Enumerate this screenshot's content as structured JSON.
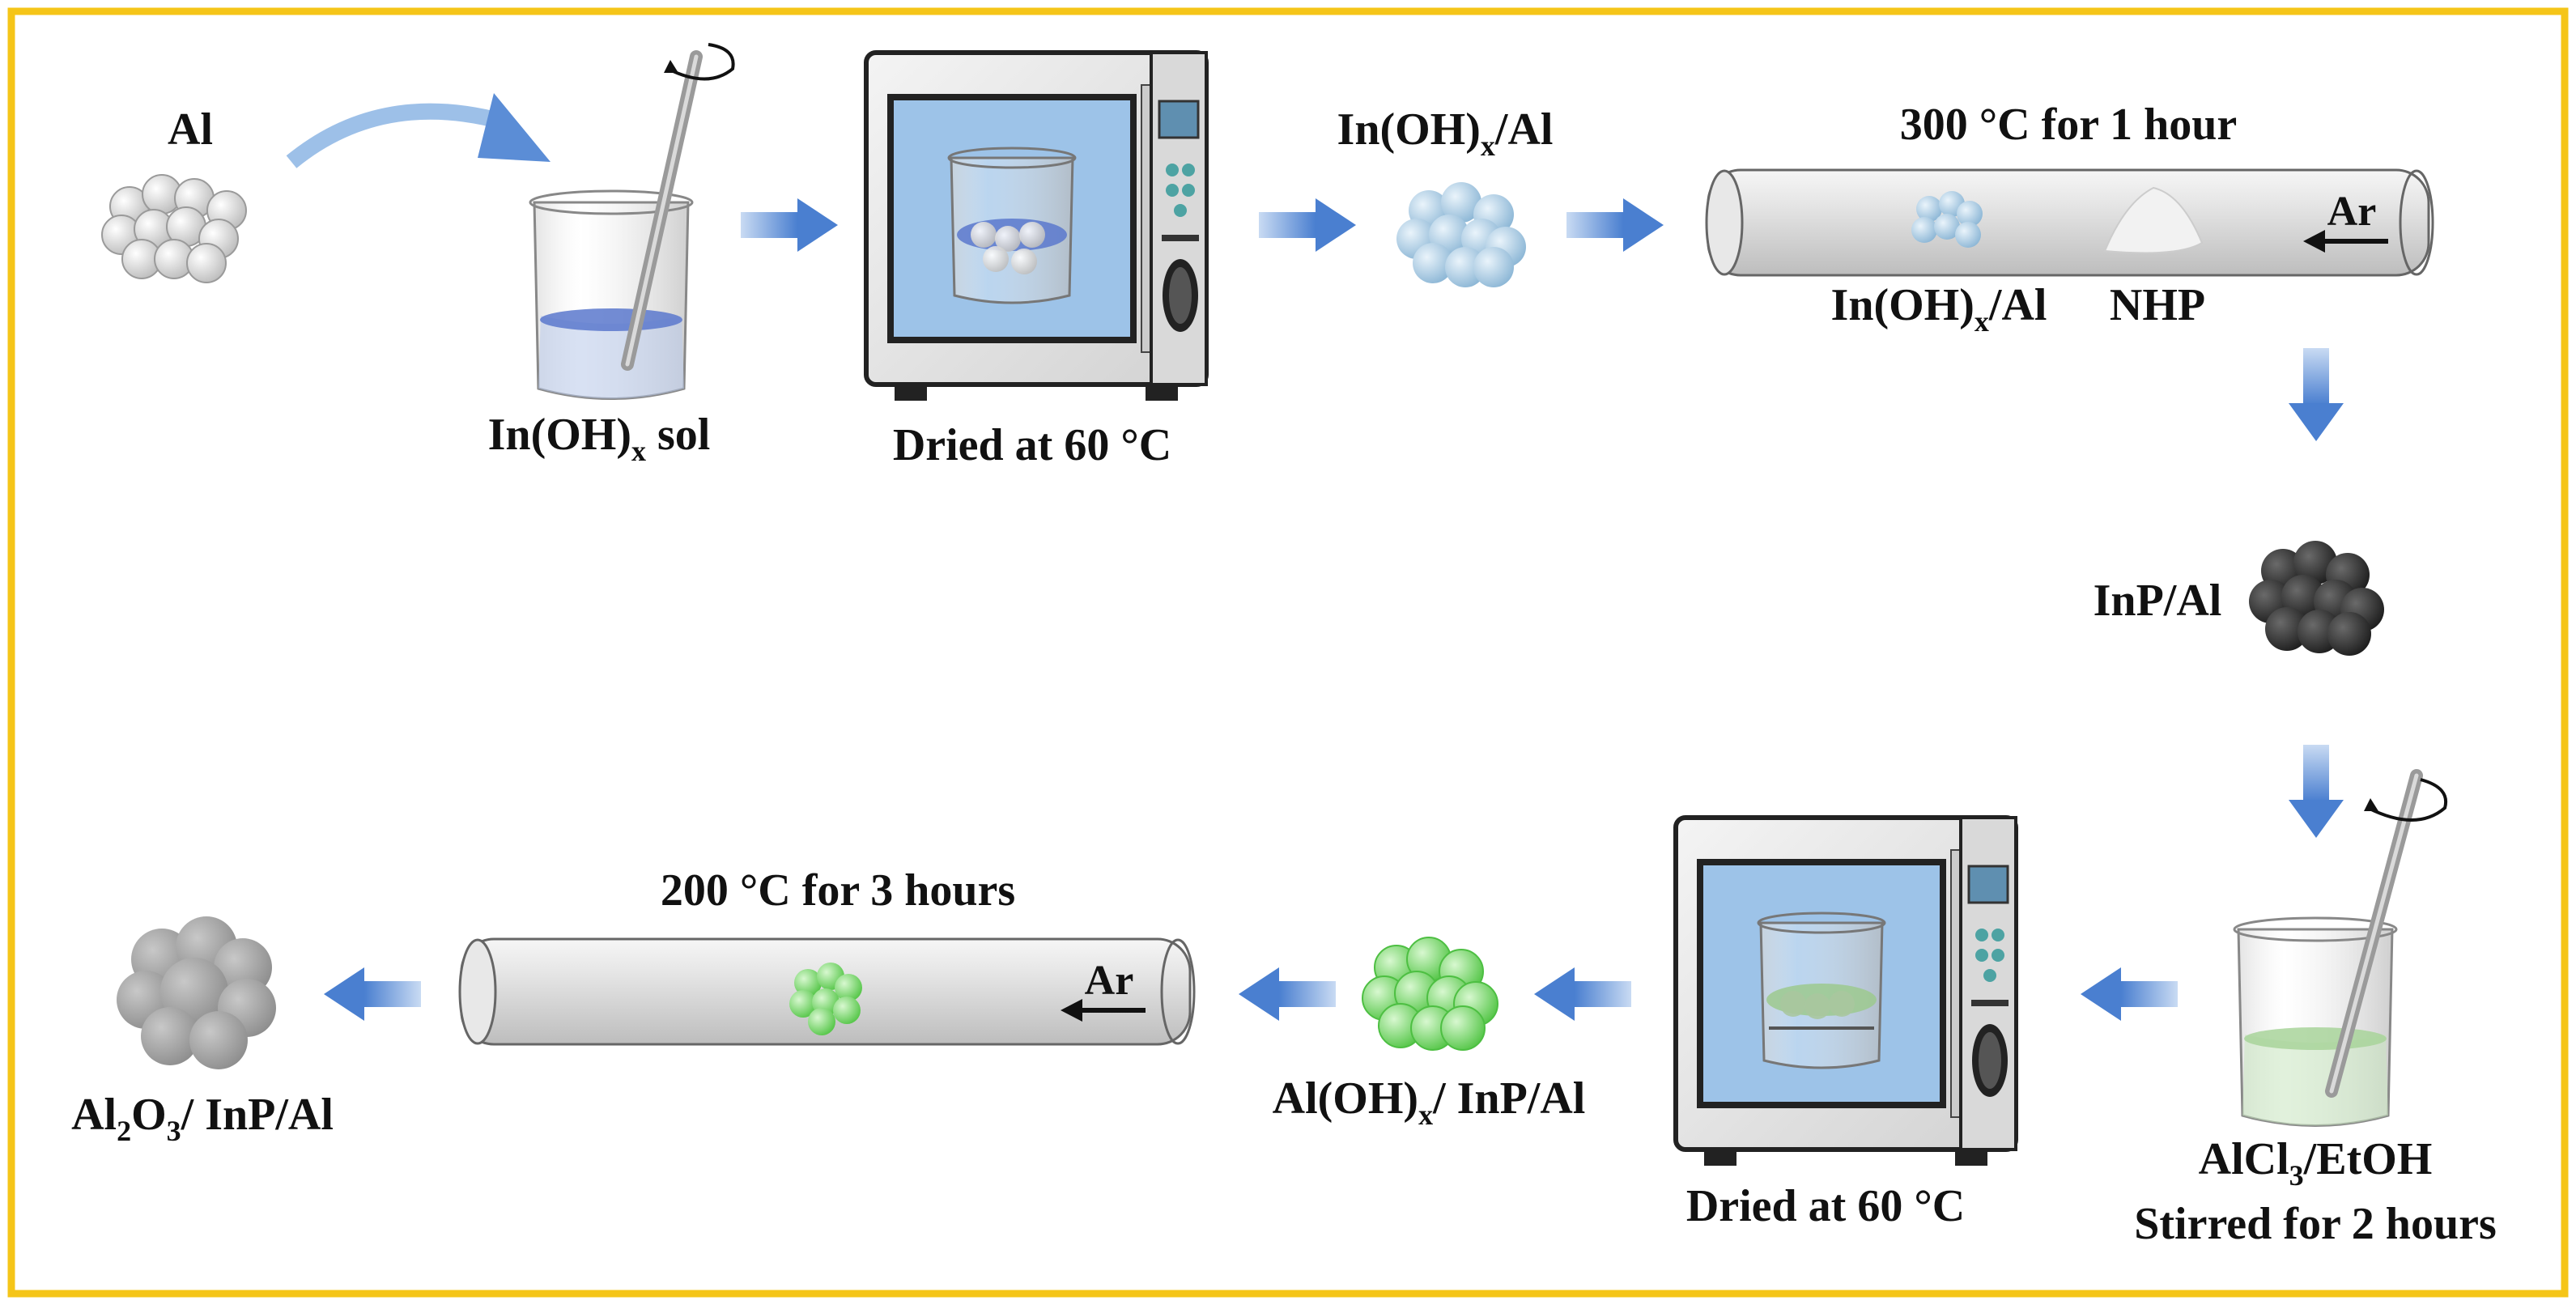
{
  "colors": {
    "border": "#F5C518",
    "arrow": "#5B8DD6",
    "al_sphere": "#F2F2F2",
    "inoh_sphere": "#BFD9EE",
    "inp_sphere": "#3A3A3A",
    "aloh_sphere": "#8EE07E",
    "al2o3_sphere": "#A8A8A8",
    "oven_window": "#9DC3E8",
    "tube": "#E2E2E2"
  },
  "steps": {
    "al": {
      "label": "Al"
    },
    "inoh_sol": {
      "label": "In(OH)",
      "sub": "x",
      "suffix": " sol"
    },
    "oven1": {
      "caption": "Dried at 60 °C"
    },
    "inoh_al": {
      "label": "In(OH)",
      "sub": "x",
      "suffix": "/Al"
    },
    "furnace1": {
      "condition": "300 °C for 1 hour",
      "sample_label": "In(OH)",
      "sample_sub": "x",
      "sample_suffix": "/Al",
      "source_label": "NHP",
      "gas": "Ar"
    },
    "inp_al": {
      "label": "InP/Al"
    },
    "alcl3": {
      "label_pre": "AlCl",
      "label_sub": "3",
      "label_suffix": "/EtOH",
      "line2": "Stirred for 2 hours"
    },
    "oven2": {
      "caption": "Dried at 60 °C"
    },
    "aloh_inp": {
      "label": "Al(OH)",
      "sub": "x",
      "suffix": "/ InP/Al"
    },
    "furnace2": {
      "condition": "200 °C for 3 hours",
      "gas": "Ar"
    },
    "final": {
      "p1": "Al",
      "s1": "2",
      "p2": "O",
      "s2": "3",
      "suffix": "/ InP/Al"
    }
  }
}
